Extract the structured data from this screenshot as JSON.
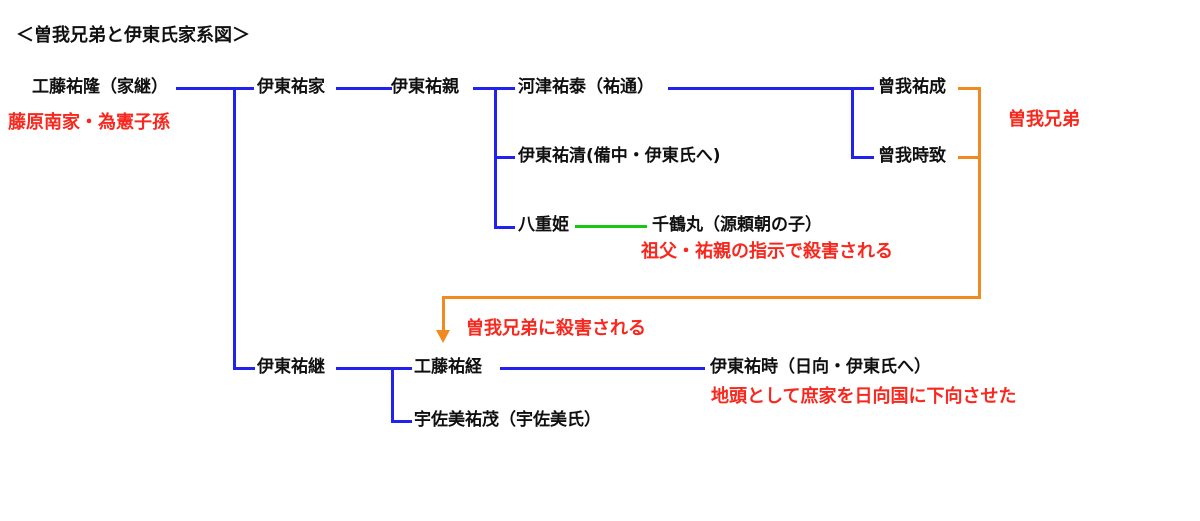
{
  "title": "＜曽我兄弟と伊東氏家系図＞",
  "colors": {
    "line_blue": "#2222ee",
    "line_green": "#14c814",
    "line_orange": "#f28a22",
    "note_red": "#f8281e",
    "text_black": "#101010"
  },
  "nodes": {
    "kudo_suketaka": "工藤祐隆（家継）",
    "ito_sukeie": "伊東祐家",
    "ito_sukechika": "伊東祐親",
    "kawazu_sukeyasu": "河津祐泰（祐通）",
    "ito_sukekiyo": "伊東祐清(備中・伊東氏へ)",
    "yaehime": "八重姫",
    "senzurumaru": "千鶴丸（源頼朝の子）",
    "soga_sukenari": "曾我祐成",
    "soga_tokimune": "曾我時致",
    "ito_suketsugu": "伊東祐継",
    "kudo_suketsune": "工藤祐経",
    "usami_sukeshige": "宇佐美祐茂（宇佐美氏）",
    "ito_suketoki": "伊東祐時（日向・伊東氏へ）"
  },
  "notes": {
    "fujiwara": "藤原南家・為憲子孫",
    "soga_brothers": "曽我兄弟",
    "senzurumaru_killed": "祖父・祐親の指示で殺害される",
    "killed_by_soga": "曽我兄弟に殺害される",
    "jito_hyuga": "地頭として庶家を日向国に下向させた"
  }
}
